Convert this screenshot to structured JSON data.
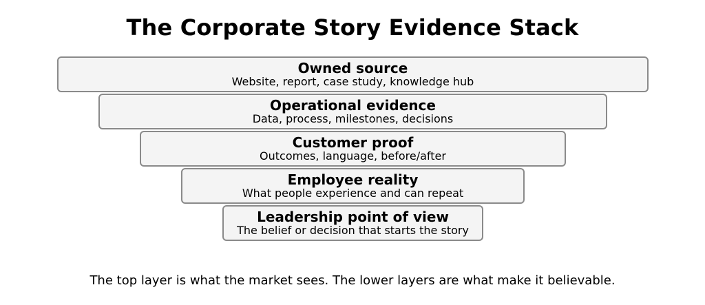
{
  "title": "The Corporate Story Evidence Stack",
  "layers": [
    {
      "name": "Owned source",
      "description": "Website, report, case study, knowledge hub"
    },
    {
      "name": "Operational evidence",
      "description": "Data, process, milestones, decisions"
    },
    {
      "name": "Customer proof",
      "description": "Outcomes, language, before/after"
    },
    {
      "name": "Employee reality",
      "description": "What people experience and can repeat"
    },
    {
      "name": "Leadership point of view",
      "description": "The belief or decision that starts the story"
    }
  ],
  "caption": "The top layer is what the market sees. The lower layers are what make it believable.",
  "colors": {
    "box_fill": "#f4f4f4",
    "box_border": "#8a8a8a",
    "text": "#000000"
  }
}
